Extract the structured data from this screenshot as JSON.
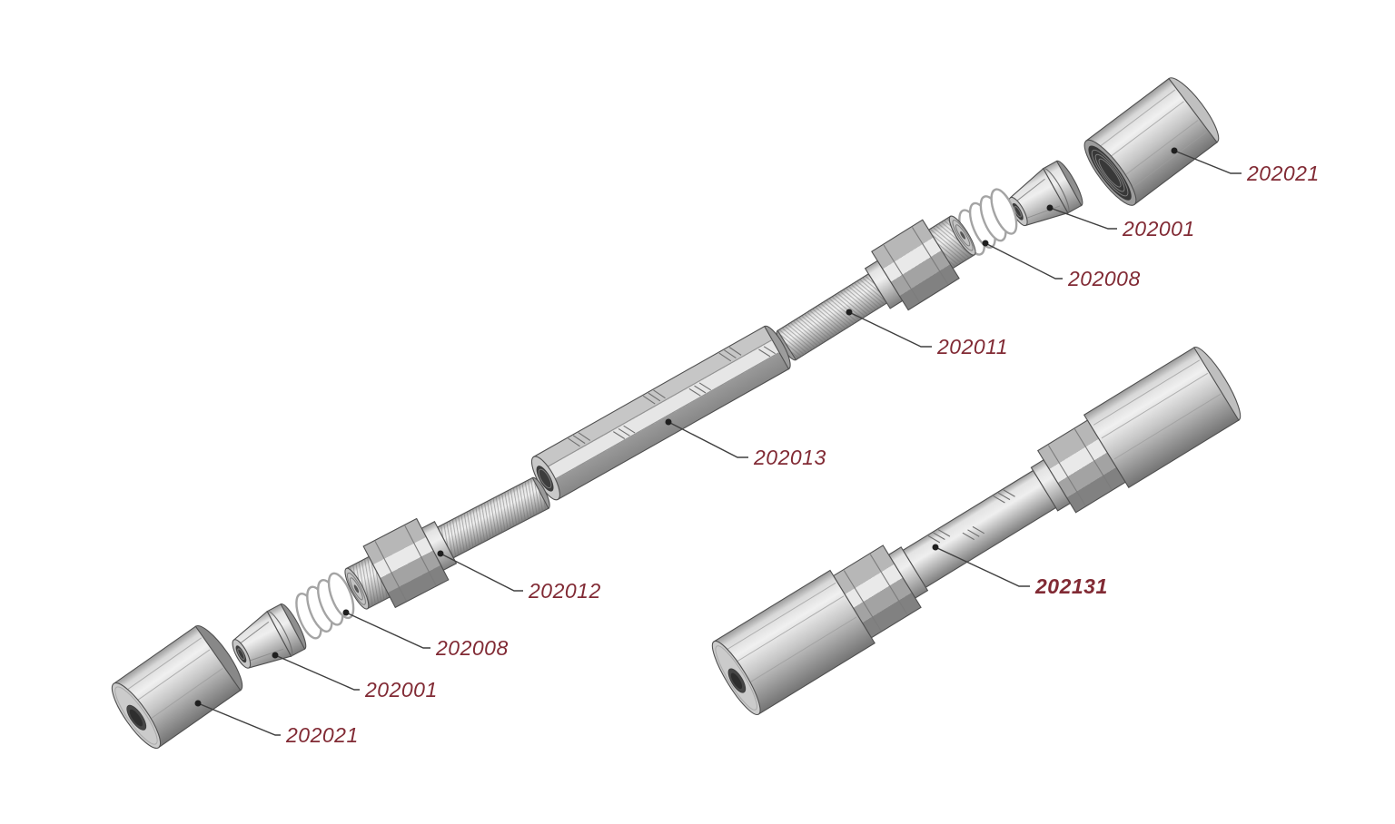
{
  "diagram": {
    "type": "exploded-parts-diagram",
    "background": "#ffffff",
    "colors": {
      "label": "#812A34",
      "leader": "#3F3F3F",
      "part_light": "#EFEFEF",
      "part_mid": "#BDBDBD",
      "part_dark": "#7E7E7E",
      "outline": "#4F4F4F",
      "spring": "#A4A4A4"
    },
    "labels": [
      {
        "part": "sleeve-top",
        "text": "202021",
        "bold": false
      },
      {
        "part": "collet-top",
        "text": "202001",
        "bold": false
      },
      {
        "part": "spring-top",
        "text": "202008",
        "bold": false
      },
      {
        "part": "stud-upper",
        "text": "202011",
        "bold": false
      },
      {
        "part": "hex-coupler-rod",
        "text": "202013",
        "bold": false
      },
      {
        "part": "stud-lower",
        "text": "202012",
        "bold": false
      },
      {
        "part": "spring-bottom",
        "text": "202008",
        "bold": false
      },
      {
        "part": "collet-bottom",
        "text": "202001",
        "bold": false
      },
      {
        "part": "sleeve-bottom",
        "text": "202021",
        "bold": false
      },
      {
        "part": "assembled-unit",
        "text": "202131",
        "bold": true
      }
    ]
  }
}
